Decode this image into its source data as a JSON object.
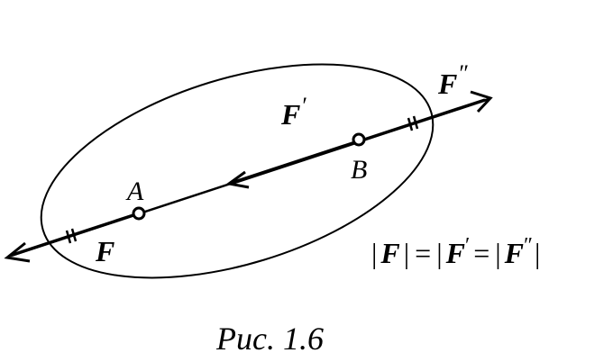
{
  "labels": {
    "F": "F",
    "F_prime_base": "F",
    "F_prime_mark": "′",
    "F_dprime_base": "F",
    "F_dprime_mark": "″",
    "A": "A",
    "B": "B"
  },
  "equation": {
    "bar": "|",
    "F": "F",
    "prime": "′",
    "dprime": "″",
    "eq": "="
  },
  "caption": "Рис. 1.6"
}
